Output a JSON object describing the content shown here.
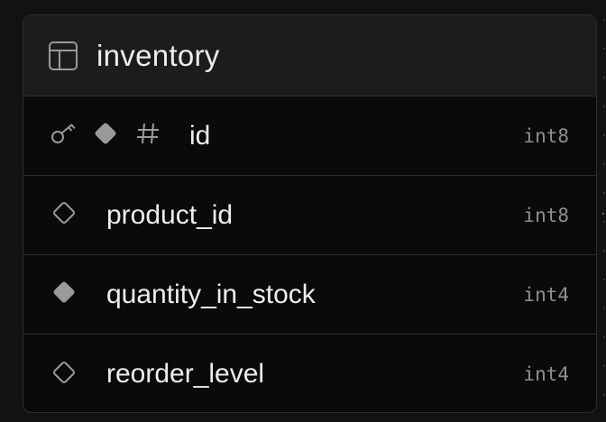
{
  "table": {
    "name": "inventory",
    "icon": "table-icon"
  },
  "columns": [
    {
      "name": "id",
      "type": "int8",
      "icons": [
        "key-icon",
        "diamond-filled-icon",
        "hash-icon"
      ],
      "primary_key": true
    },
    {
      "name": "product_id",
      "type": "int8",
      "icons": [
        "diamond-outline-icon"
      ],
      "primary_key": false
    },
    {
      "name": "quantity_in_stock",
      "type": "int4",
      "icons": [
        "diamond-filled-icon"
      ],
      "primary_key": false
    },
    {
      "name": "reorder_level",
      "type": "int4",
      "icons": [
        "diamond-outline-icon"
      ],
      "primary_key": false
    }
  ],
  "colors": {
    "canvas_bg": "#121212",
    "card_bg": "#0a0a0a",
    "header_bg": "#1c1c1c",
    "border": "#2e2e2e",
    "text_primary": "#ededed",
    "text_muted": "#8f8f8f",
    "icon_gray": "#9a9a9a"
  }
}
